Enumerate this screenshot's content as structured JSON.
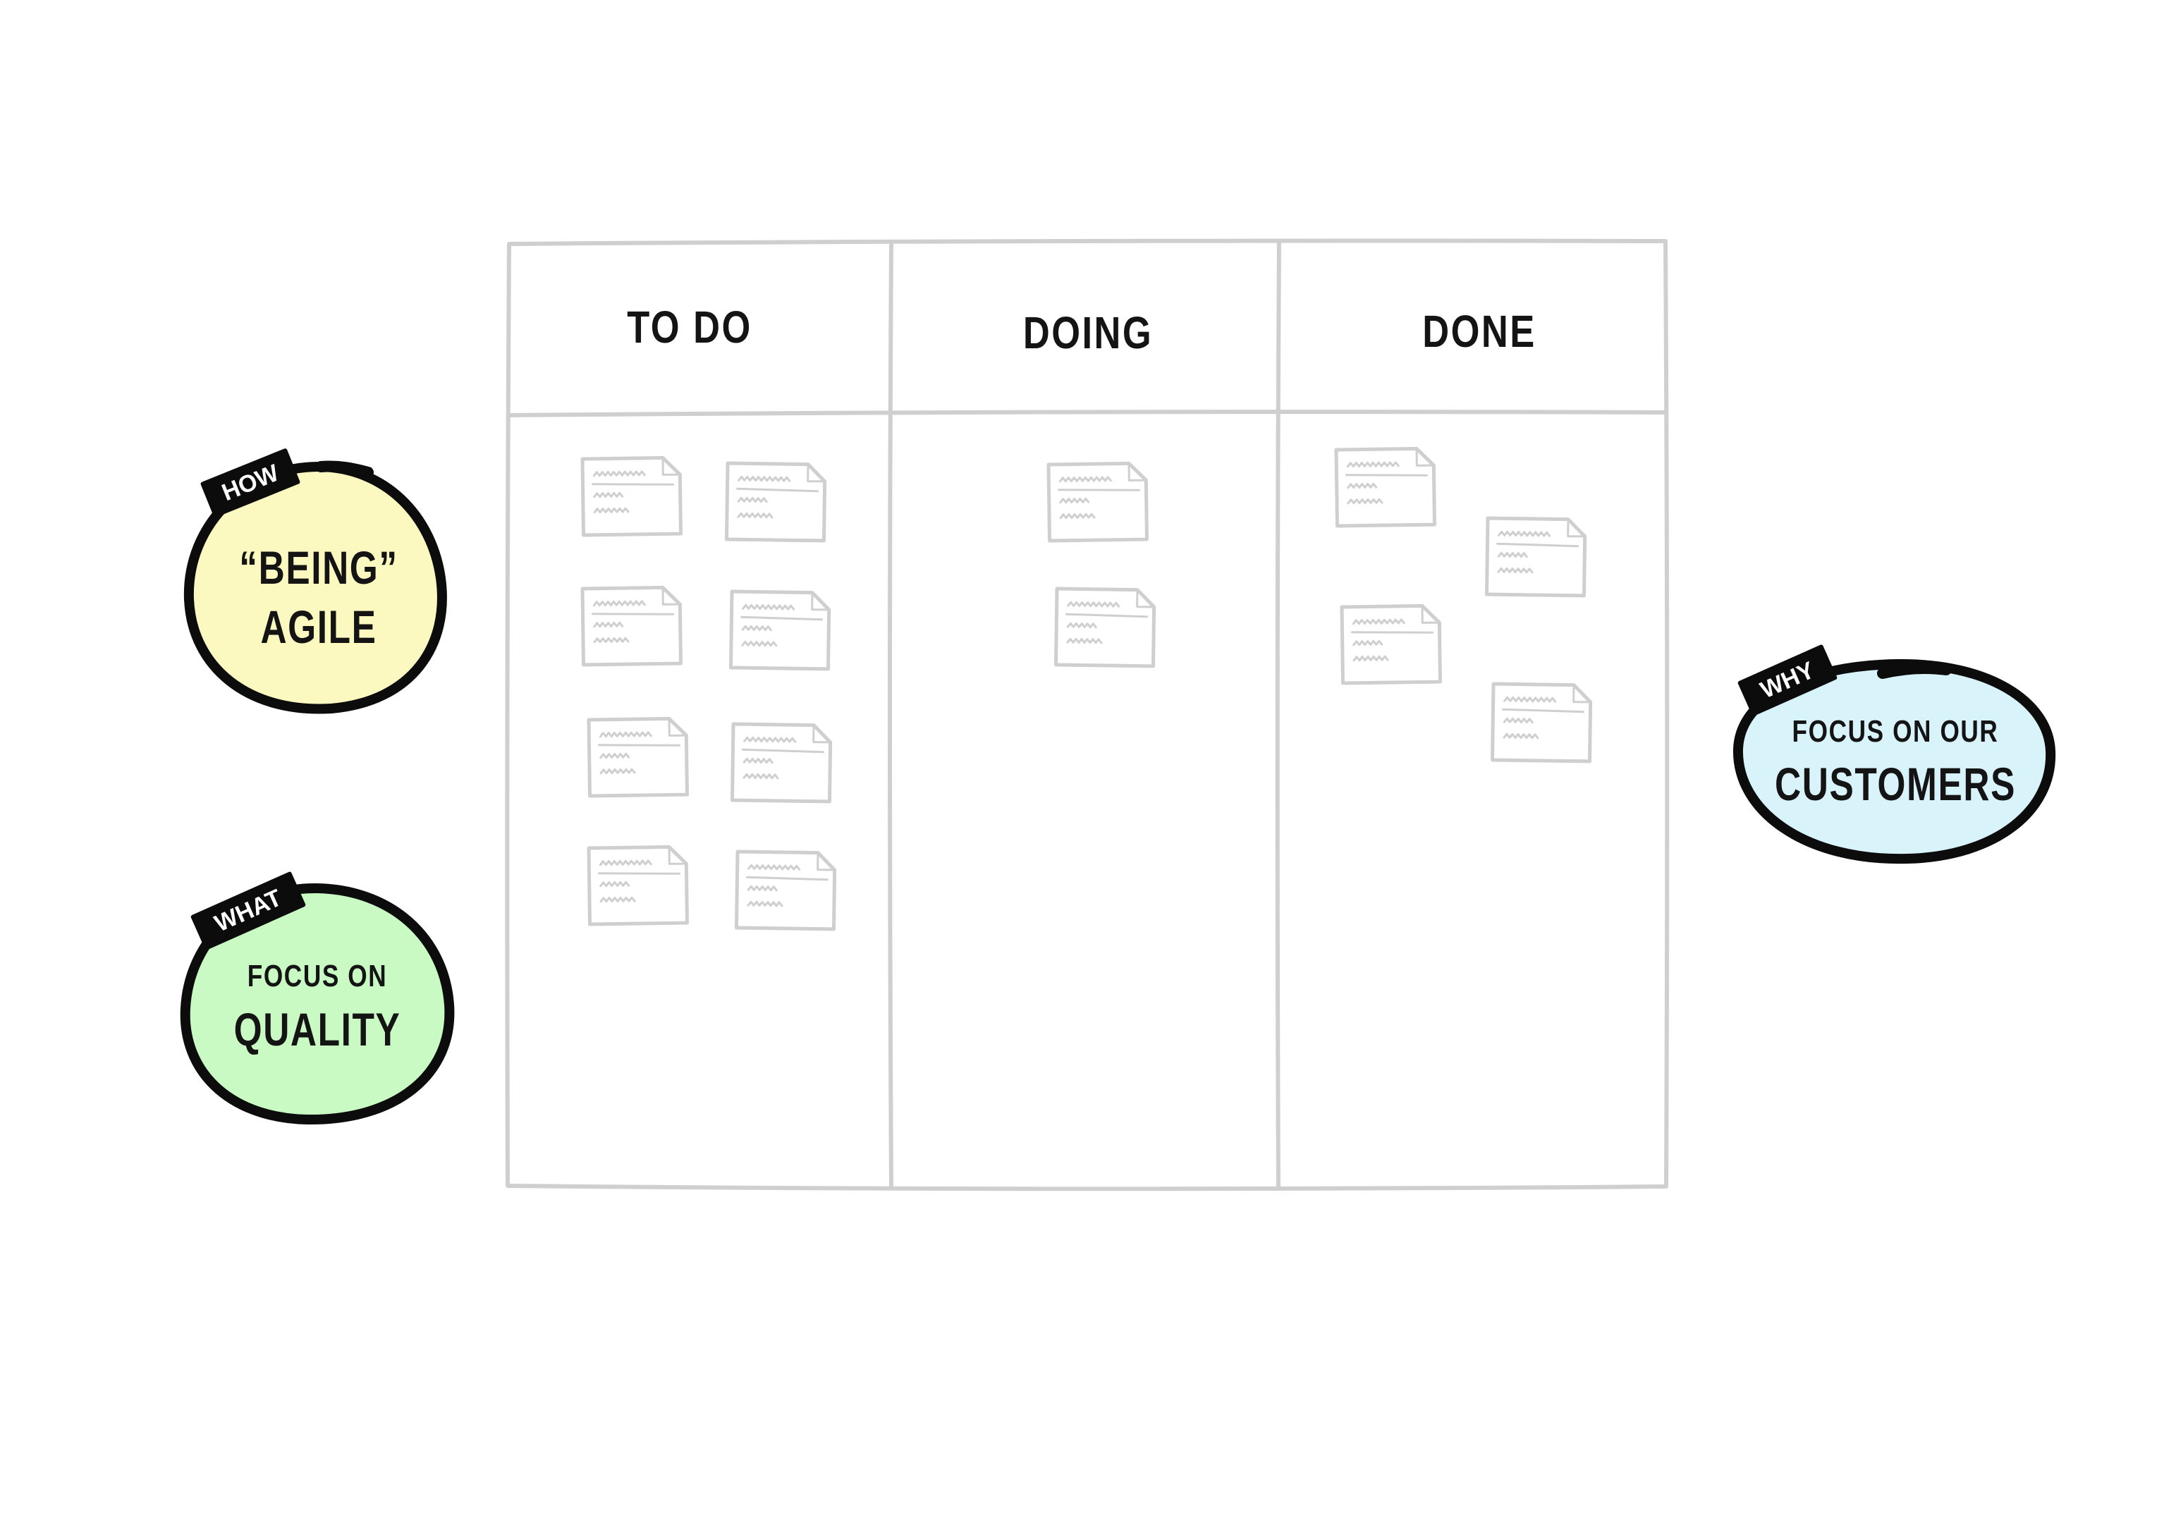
{
  "board": {
    "columns": [
      {
        "title": "TO DO",
        "card_count": 8
      },
      {
        "title": "DOING",
        "card_count": 2
      },
      {
        "title": "DONE",
        "card_count": 4
      }
    ]
  },
  "bubbles": [
    {
      "tag": "HOW",
      "line1": "“BEING”",
      "line2": "AGILE",
      "fill": "#fbf9bf"
    },
    {
      "tag": "WHAT",
      "line1": "FOCUS ON",
      "line2": "QUALITY",
      "fill": "#c9fac3"
    },
    {
      "tag": "WHY",
      "line1": "FOCUS ON OUR",
      "line2": "CUSTOMERS",
      "fill": "#d9f3fb"
    }
  ]
}
